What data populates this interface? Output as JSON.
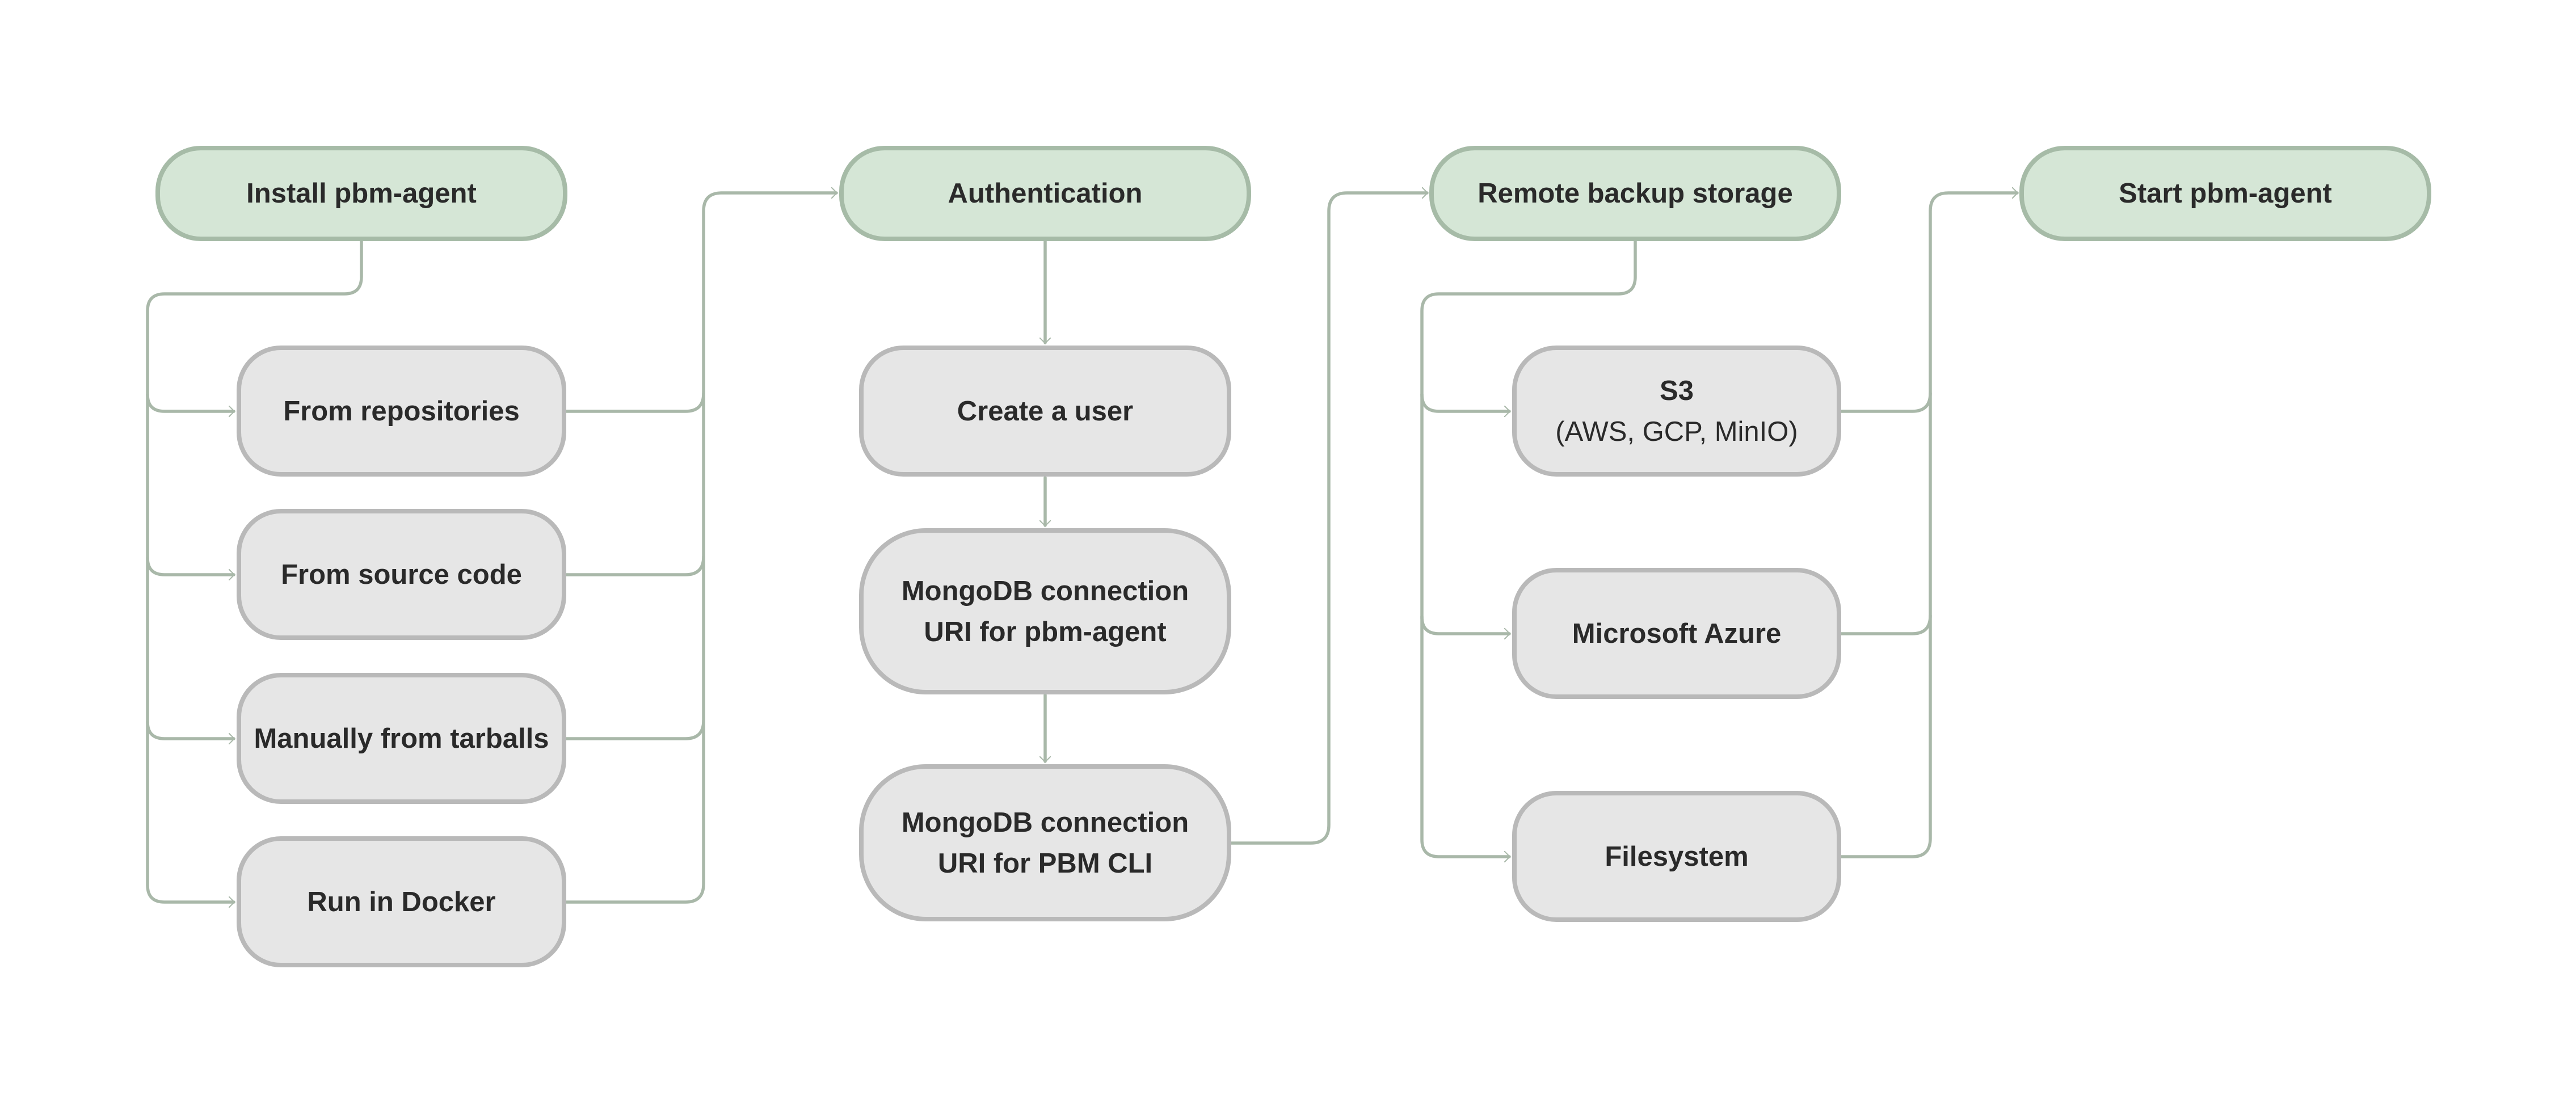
{
  "diagram": {
    "stages": {
      "install": "Install pbm-agent",
      "authentication": "Authentication",
      "storage": "Remote backup storage",
      "start": "Start pbm-agent"
    },
    "install_options": {
      "repositories": "From repositories",
      "source_code": "From source code",
      "tarballs": "Manually from tarballs",
      "docker": "Run in Docker"
    },
    "auth_steps": {
      "create_user": "Create a user",
      "agent_uri": {
        "line1": "MongoDB connection",
        "line2": "URI for pbm-agent"
      },
      "cli_uri": {
        "line1": "MongoDB connection",
        "line2": "URI for PBM CLI"
      }
    },
    "storage_options": {
      "s3": {
        "title": "S3",
        "subtitle": "(AWS, GCP, MinIO)"
      },
      "azure": "Microsoft Azure",
      "filesystem": "Filesystem"
    },
    "colors": {
      "stage_fill": "#d5e6d6",
      "stage_border": "#a6bba7",
      "step_fill": "#e6e6e6",
      "step_border": "#b9b9b9",
      "connector": "#a9b8a9",
      "text": "#2a2a2a"
    }
  }
}
